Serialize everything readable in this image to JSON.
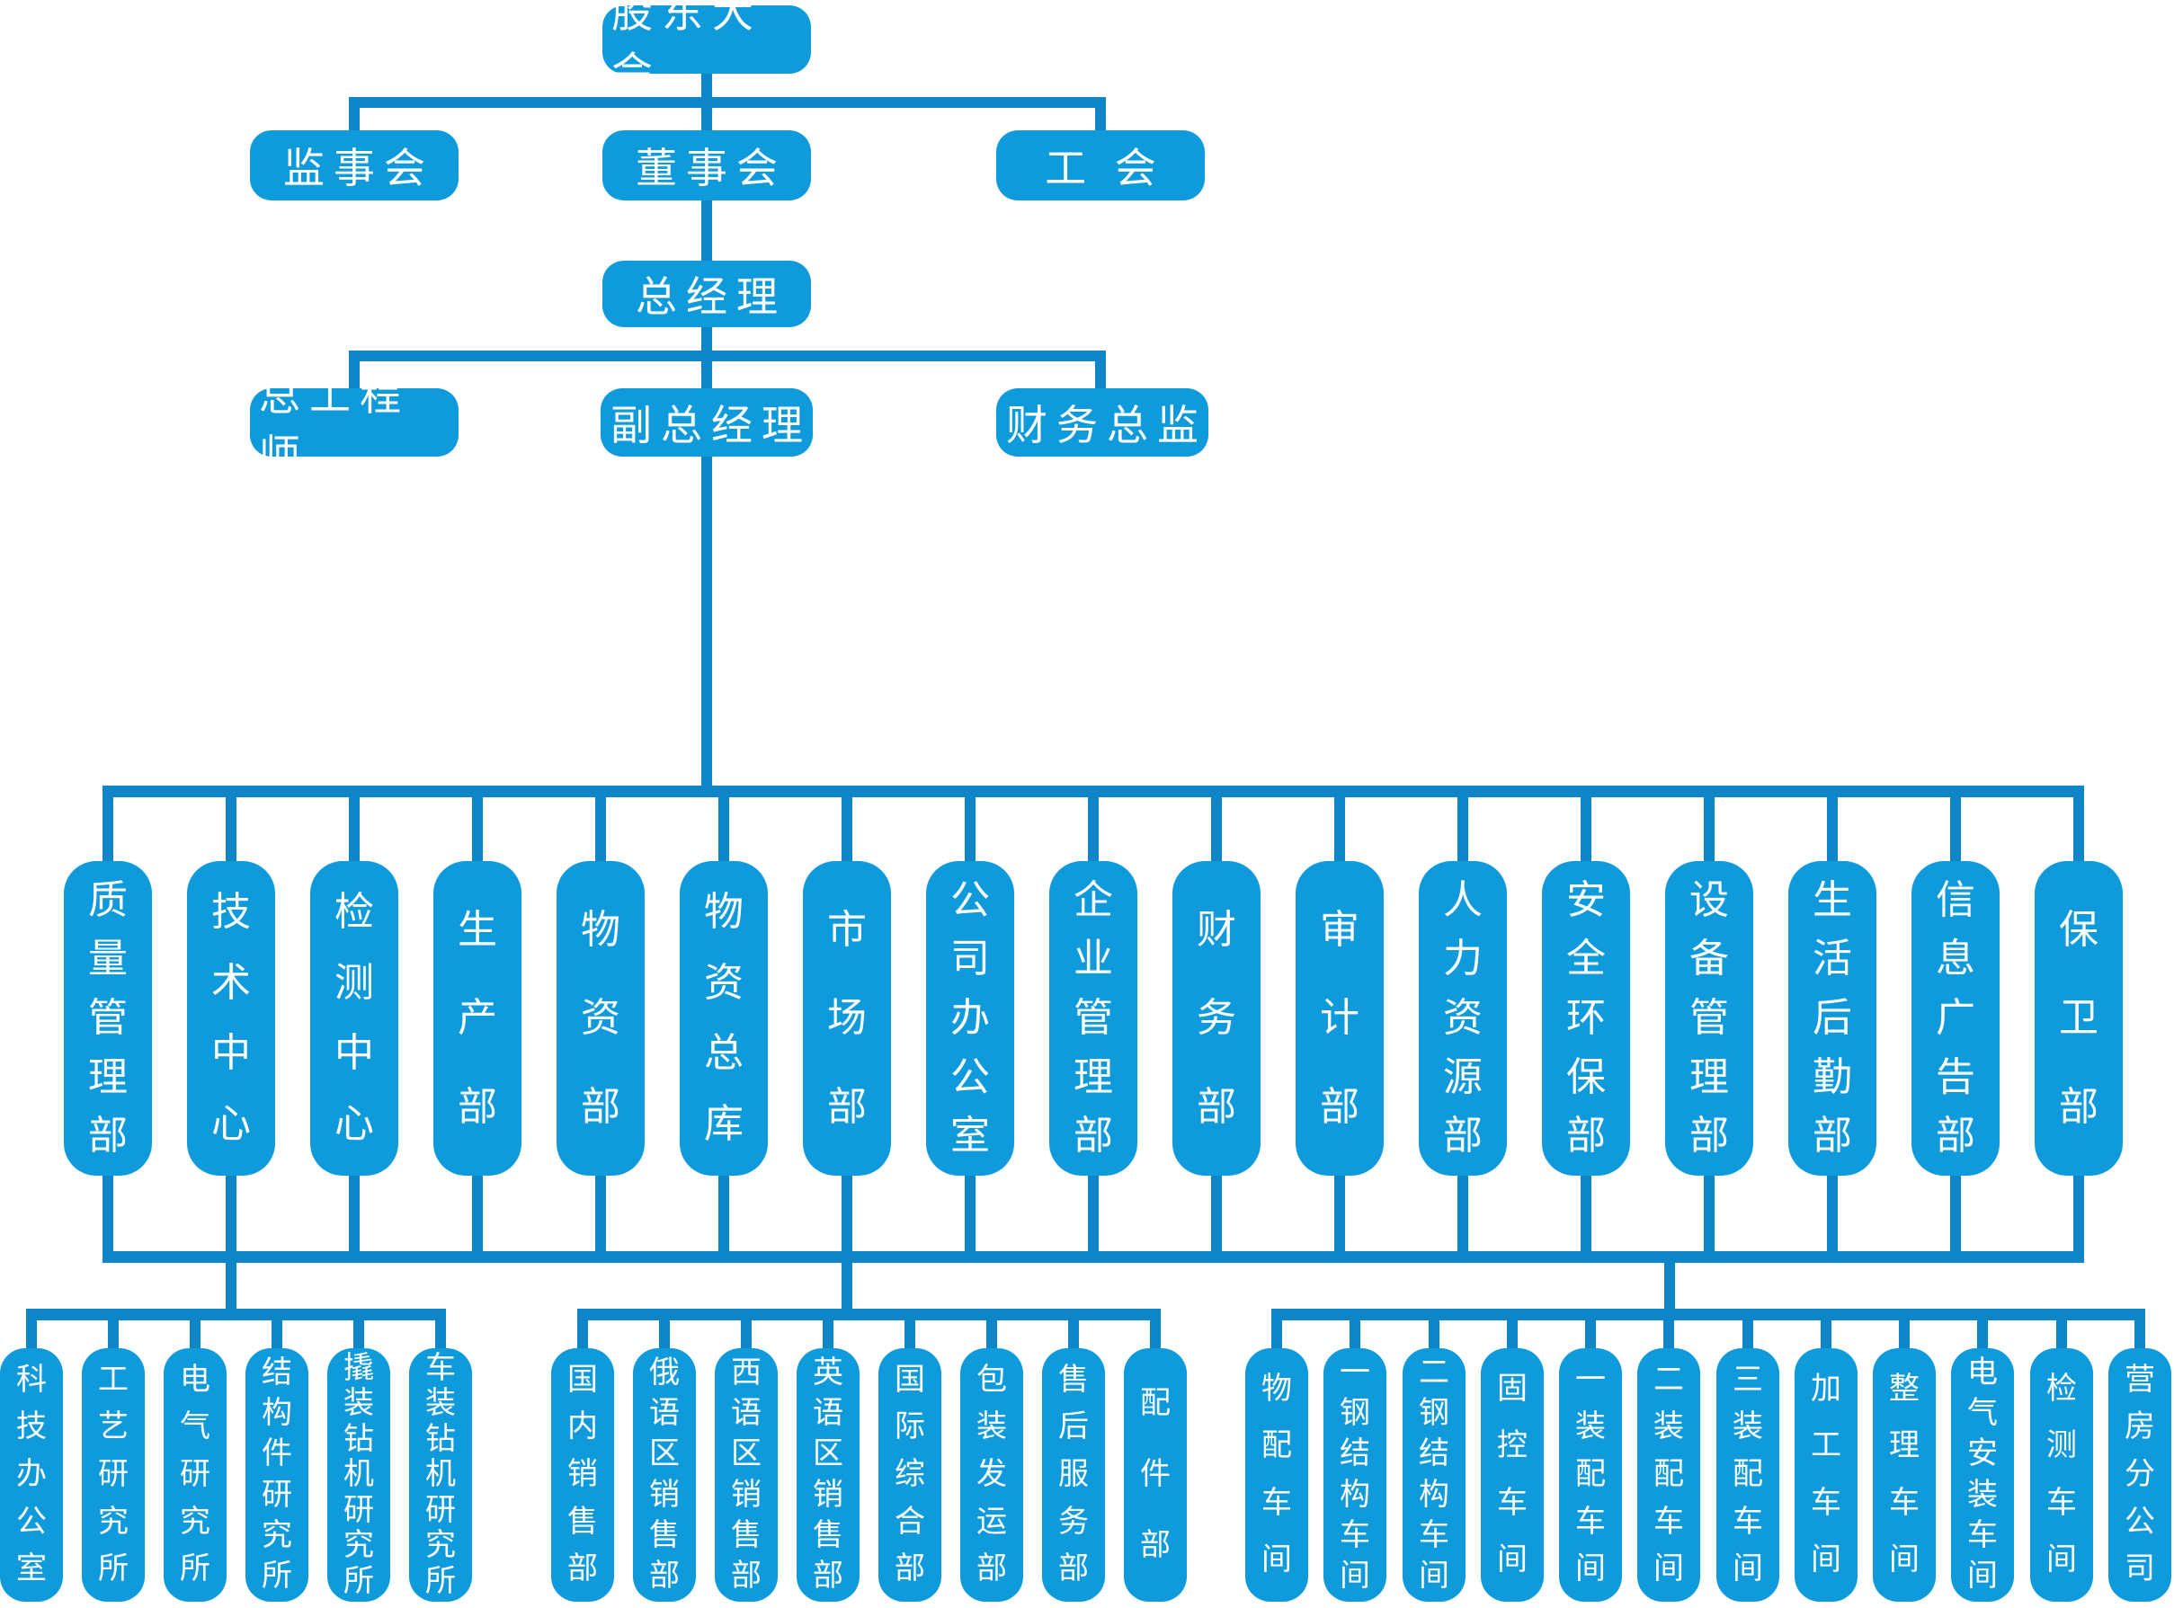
{
  "palette": {
    "box_fill": "#0F9BDB",
    "connector": "#0E85C7",
    "label_text": "#FFFFFF"
  },
  "org": {
    "top": {
      "label": "股东大会"
    },
    "row2": [
      {
        "id": "supervisory-board",
        "label": "监事会"
      },
      {
        "id": "board-of-directors",
        "label": "董事会"
      },
      {
        "id": "labor-union",
        "label": "工 会"
      }
    ],
    "row3": {
      "label": "总经理"
    },
    "row4": [
      {
        "id": "chief-engineer",
        "label": "总工程师"
      },
      {
        "id": "deputy-general-manager",
        "label": "副总经理"
      },
      {
        "id": "finance-director",
        "label": "财务总监"
      }
    ],
    "departments": [
      "质量管理部",
      "技术中心",
      "检测中心",
      "生产部",
      "物资部",
      "物资总库",
      "市场部",
      "公司办公室",
      "企业管理部",
      "财务部",
      "审计部",
      "人力资源部",
      "安全环保部",
      "设备管理部",
      "生活后勤部",
      "信息广告部",
      "保卫部"
    ],
    "groups": [
      {
        "name": "research-institutes",
        "children": [
          "科技办公室",
          "工艺研究所",
          "电气研究所",
          "结构件研究所",
          "撬装钻机研究所",
          "车装钻机研究所"
        ]
      },
      {
        "name": "sales-departments",
        "children": [
          "国内销售部",
          "俄语区销售部",
          "西语区销售部",
          "英语区销售部",
          "国际综合部",
          "包装发运部",
          "售后服务部",
          "配件部"
        ]
      },
      {
        "name": "workshops",
        "children": [
          "物配车间",
          "一钢结构车间",
          "二钢结构车间",
          "固控车间",
          "一装配车间",
          "二装配车间",
          "三装配车间",
          "加工车间",
          "整理车间",
          "电气安装车间",
          "检测车间",
          "营房分公司"
        ]
      }
    ]
  }
}
